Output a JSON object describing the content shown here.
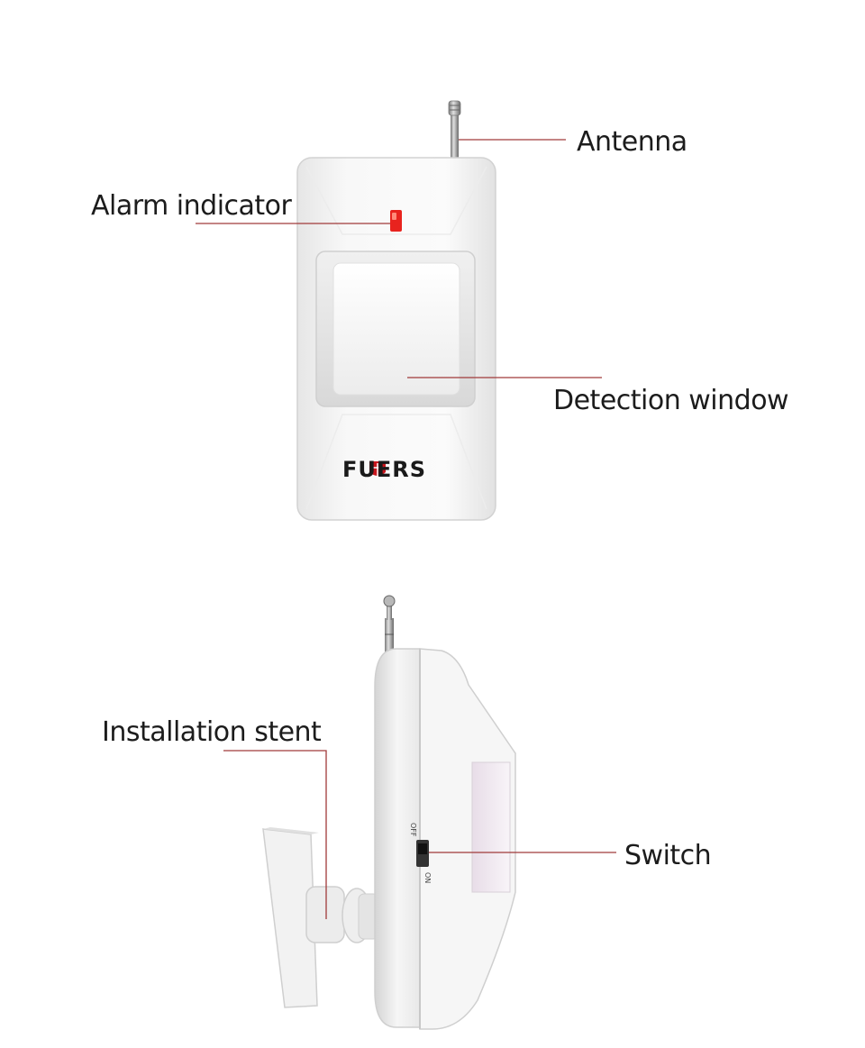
{
  "front_view": {
    "brand_logo": "FUERS",
    "labels": {
      "antenna": "Antenna",
      "alarm_indicator": "Alarm indicator",
      "detection_window": "Detection window"
    }
  },
  "side_view": {
    "switch_text": {
      "off": "OFF",
      "on": "ON"
    },
    "labels": {
      "installation_stent": "Installation stent",
      "switch": "Switch"
    }
  },
  "colors": {
    "callout_line": "#a03a3a",
    "indicator_red": "#e8231e",
    "body_white": "#f4f4f4",
    "outline_grey": "#cfcfcf"
  }
}
